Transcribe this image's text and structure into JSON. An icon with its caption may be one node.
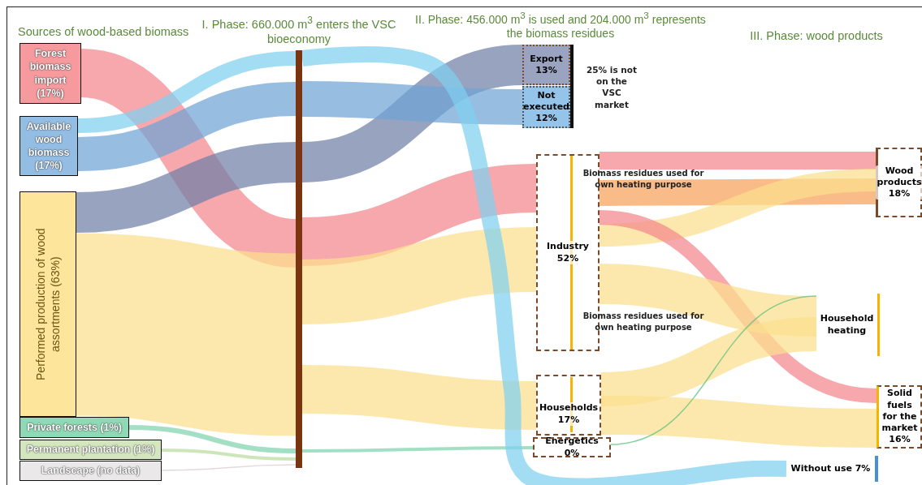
{
  "diagram": {
    "nodes": [
      {
        "text": [
          "Forest biomass import (17%)"
        ]
      },
      {
        "text": [
          "Available wood biomass (17%)"
        ]
      },
      {
        "text": [
          "Performed production of wood assortments (63%)"
        ]
      },
      {
        "text": [
          "Private forests (1%)"
        ]
      },
      {
        "text": [
          "Permanent plantation (1%)"
        ]
      },
      {
        "text": [
          "Landscape (no data)"
        ]
      },
      {
        "text": [],
        "shape": "bar"
      },
      {
        "text": [
          "Export 13%"
        ]
      },
      {
        "text": [
          "Not executed 12%"
        ]
      },
      {
        "text": [
          "Industry 52%"
        ]
      },
      {
        "text": [
          "Households 17%"
        ]
      },
      {
        "text": [
          "Energetics 0%"
        ]
      },
      {
        "text": [
          "Without use 7%"
        ]
      },
      {
        "text": [
          "Wood products 18%"
        ]
      },
      {
        "text": [
          "Household heating"
        ]
      },
      {
        "text": [
          "Solid fuels for the market 16%"
        ]
      }
    ],
    "edges": [
      {
        "from": 0,
        "to": 6,
        "arrow": "none",
        "color": "#f4868c"
      },
      {
        "from": 1,
        "to": 6,
        "arrow": "none",
        "color": "#7fd0f0"
      },
      {
        "from": 1,
        "to": 6,
        "arrow": "none",
        "color": "#6fa3d6"
      },
      {
        "from": 2,
        "to": 6,
        "arrow": "none",
        "color": "#6f7fa6"
      },
      {
        "from": 2,
        "to": 6,
        "arrow": "none",
        "style": "thick",
        "color": "#fbdf8e"
      },
      {
        "from": 3,
        "to": 6,
        "arrow": "none",
        "color": "#7fd3ad"
      },
      {
        "from": 4,
        "to": 6,
        "arrow": "none",
        "color": "#b8dca0"
      },
      {
        "from": 5,
        "to": 6,
        "arrow": "none",
        "color": "#d9c9cc"
      },
      {
        "from": 6,
        "to": 7,
        "arrow": "none",
        "color": "#6f7fa6"
      },
      {
        "from": 6,
        "to": 8,
        "arrow": "none",
        "color": "#6fa3d6"
      },
      {
        "from": 6,
        "to": 9,
        "arrow": "none",
        "color": "#f4868c"
      },
      {
        "from": 6,
        "to": 9,
        "arrow": "none",
        "style": "thick",
        "color": "#fbdf8e"
      },
      {
        "from": 6,
        "to": 10,
        "arrow": "none",
        "color": "#fbdf8e"
      },
      {
        "from": 6,
        "to": 11,
        "arrow": "none",
        "color": "#7fd3ad"
      },
      {
        "from": 6,
        "to": 12,
        "arrow": "none",
        "color": "#7fd0f0"
      },
      {
        "from": 9,
        "to": 13,
        "arrow": "none",
        "color": "#f4868c"
      },
      {
        "from": 9,
        "to": 13,
        "arrow": "none",
        "color": "#f6a15a"
      },
      {
        "from": 9,
        "to": 13,
        "arrow": "none",
        "color": "#fbdf8e"
      },
      {
        "from": 9,
        "to": 15,
        "arrow": "none",
        "color": "#f4868c"
      },
      {
        "from": 9,
        "to": 14,
        "arrow": "none",
        "color": "#fbdf8e"
      },
      {
        "from": 10,
        "to": 14,
        "arrow": "none",
        "color": "#fbdf8e"
      },
      {
        "from": 10,
        "to": 15,
        "arrow": "none",
        "color": "#fbdf8e"
      },
      {
        "from": 11,
        "to": 14,
        "arrow": "none",
        "color": "#5cbf7a"
      }
    ],
    "labels": [
      "Sources of wood-based biomass",
      "I. Phase: 660.000 m$^{3}$ enters the VSC bioeconomy",
      "II. Phase: 456.000 m$^{3}$ is used and 204.000 m$^{3}$ represents the biomass residues",
      "III. Phase: wood products",
      "25% is not on the VSC market",
      "Biomass residues used for own heating purpose",
      "Biomass residues used for own heating purpose"
    ]
  }
}
